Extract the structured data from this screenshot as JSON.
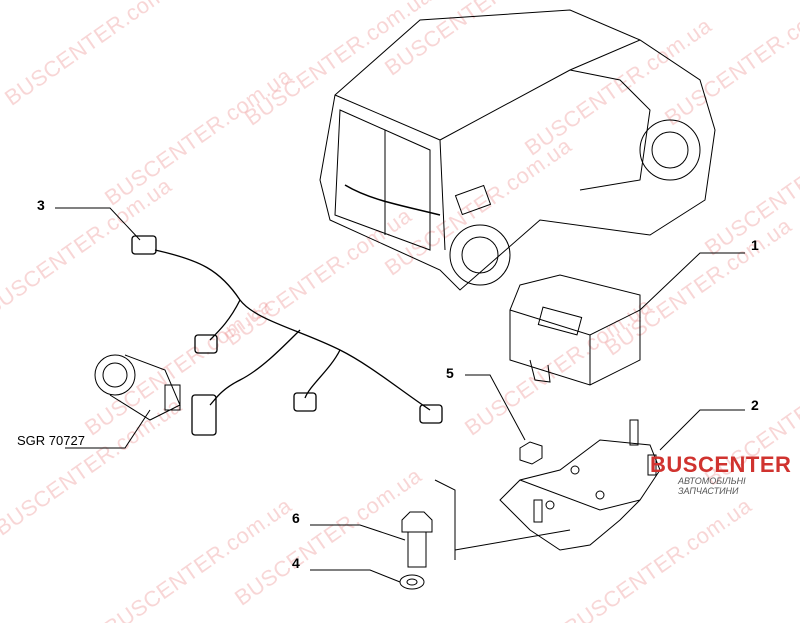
{
  "callouts": {
    "c1": "1",
    "c2": "2",
    "c3": "3",
    "c4": "4",
    "c5": "5",
    "c6": "6"
  },
  "part_code": "SGR 70727",
  "watermark": "BUSCENTER.com.ua",
  "logo": {
    "name": "BUSCENTER",
    "tagline": "АВТОМОБІЛЬНІ ЗАПЧАСТИНИ"
  },
  "colors": {
    "watermark": "#e14646",
    "logo": "#d0332f",
    "line": "#000000"
  }
}
